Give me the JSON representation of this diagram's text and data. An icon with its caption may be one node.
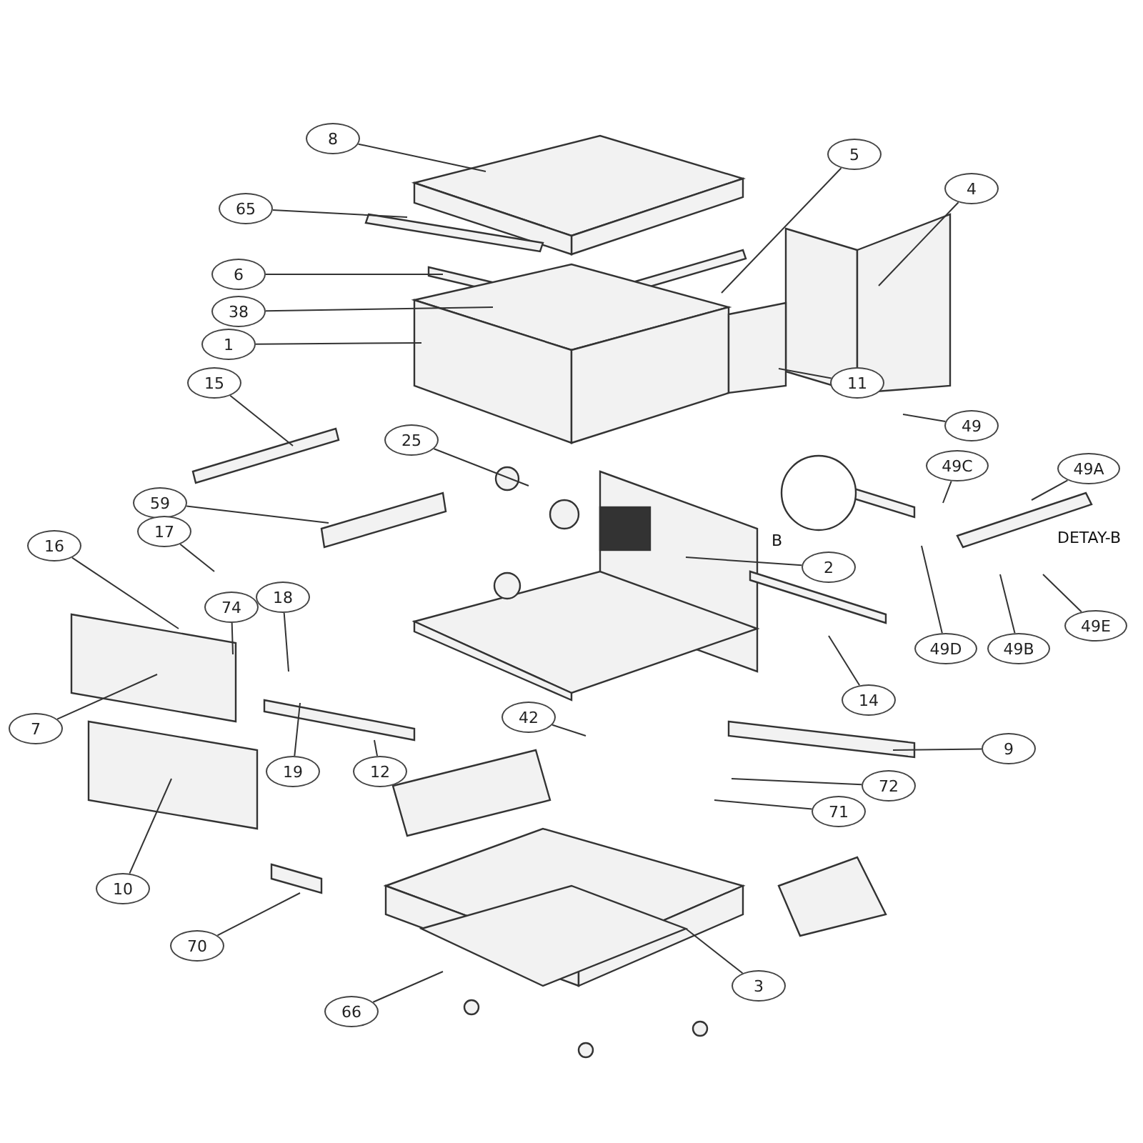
{
  "diagram": {
    "nodes": [
      {
        "text": [
          "8"
        ]
      },
      {
        "text": [
          "65"
        ]
      },
      {
        "text": [
          "5"
        ]
      },
      {
        "text": [
          "4"
        ]
      },
      {
        "text": [
          "6"
        ]
      },
      {
        "text": [
          "38"
        ]
      },
      {
        "text": [
          "1"
        ]
      },
      {
        "text": [
          "11"
        ]
      },
      {
        "text": [
          "15"
        ]
      },
      {
        "text": [
          "49"
        ]
      },
      {
        "text": [
          "25"
        ]
      },
      {
        "text": [
          "49C"
        ]
      },
      {
        "text": [
          "49A"
        ]
      },
      {
        "text": [
          "59"
        ]
      },
      {
        "text": [
          "2"
        ]
      },
      {
        "text": [
          "16"
        ]
      },
      {
        "text": [
          "17"
        ]
      },
      {
        "text": [
          "74"
        ]
      },
      {
        "text": [
          "18"
        ]
      },
      {
        "text": [
          "49E"
        ]
      },
      {
        "text": [
          "49B"
        ]
      },
      {
        "text": [
          "49D"
        ]
      },
      {
        "text": [
          "14"
        ]
      },
      {
        "text": [
          "7"
        ]
      },
      {
        "text": [
          "19"
        ]
      },
      {
        "text": [
          "12"
        ]
      },
      {
        "text": [
          "42"
        ]
      },
      {
        "text": [
          "9"
        ]
      },
      {
        "text": [
          "72"
        ]
      },
      {
        "text": [
          "71"
        ]
      },
      {
        "text": [
          "10"
        ]
      },
      {
        "text": [
          "70"
        ]
      },
      {
        "text": [
          "66"
        ]
      },
      {
        "text": [
          "3"
        ]
      }
    ],
    "edges": [
      {
        "from": 0,
        "to": null,
        "arrow": "none"
      },
      {
        "from": 1,
        "to": null,
        "arrow": "none"
      },
      {
        "from": 2,
        "to": null,
        "arrow": "none"
      },
      {
        "from": 3,
        "to": null,
        "arrow": "none"
      },
      {
        "from": 4,
        "to": null,
        "arrow": "none"
      },
      {
        "from": 5,
        "to": null,
        "arrow": "none"
      },
      {
        "from": 6,
        "to": null,
        "arrow": "none"
      },
      {
        "from": 7,
        "to": null,
        "arrow": "none"
      },
      {
        "from": 8,
        "to": null,
        "arrow": "none"
      },
      {
        "from": 9,
        "to": null,
        "arrow": "none"
      },
      {
        "from": 10,
        "to": null,
        "arrow": "none"
      },
      {
        "from": 11,
        "to": null,
        "arrow": "none"
      },
      {
        "from": 12,
        "to": null,
        "arrow": "none"
      },
      {
        "from": 13,
        "to": null,
        "arrow": "none"
      },
      {
        "from": 14,
        "to": null,
        "arrow": "none"
      },
      {
        "from": 15,
        "to": null,
        "arrow": "none"
      },
      {
        "from": 16,
        "to": null,
        "arrow": "none"
      },
      {
        "from": 17,
        "to": null,
        "arrow": "none"
      },
      {
        "from": 18,
        "to": null,
        "arrow": "none"
      },
      {
        "from": 19,
        "to": null,
        "arrow": "none"
      },
      {
        "from": 20,
        "to": null,
        "arrow": "none"
      },
      {
        "from": 21,
        "to": null,
        "arrow": "none"
      },
      {
        "from": 22,
        "to": null,
        "arrow": "none"
      },
      {
        "from": 23,
        "to": null,
        "arrow": "none"
      },
      {
        "from": 24,
        "to": null,
        "arrow": "none"
      },
      {
        "from": 25,
        "to": null,
        "arrow": "none"
      },
      {
        "from": 26,
        "to": null,
        "arrow": "none"
      },
      {
        "from": 27,
        "to": null,
        "arrow": "none"
      },
      {
        "from": 28,
        "to": null,
        "arrow": "none"
      },
      {
        "from": 29,
        "to": null,
        "arrow": "none"
      },
      {
        "from": 30,
        "to": null,
        "arrow": "none"
      },
      {
        "from": 31,
        "to": null,
        "arrow": "none"
      },
      {
        "from": 32,
        "to": null,
        "arrow": "none"
      },
      {
        "from": 33,
        "to": null,
        "arrow": "none"
      }
    ],
    "labels": [
      "B",
      "DETAY-B"
    ]
  }
}
